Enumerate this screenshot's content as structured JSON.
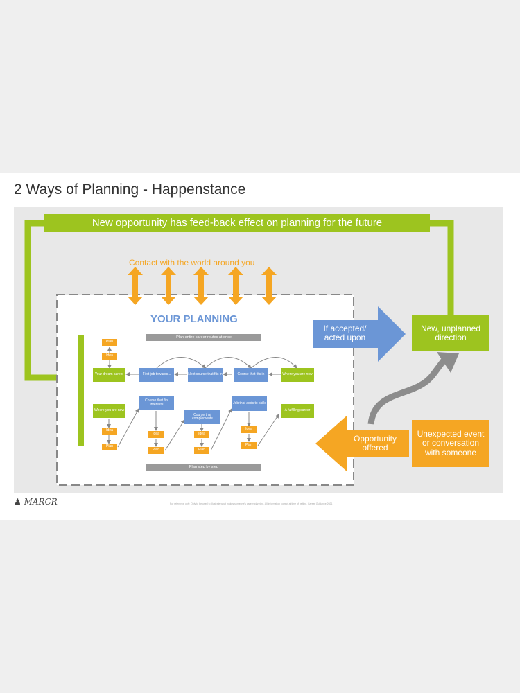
{
  "title": "2 Ways of Planning - Happenstance",
  "feedback_banner": "New opportunity has feed-back effect on planning for the future",
  "contact_label": "Contact with the world around you",
  "your_planning": {
    "heading": "YOUR PLANNING",
    "routes_bar": "Plan entire career routes at once",
    "steps_bar": "Plan step by step",
    "top_row": {
      "plan": "Plan",
      "idea": "Idea",
      "dream": "Your dream career",
      "first_job": "First job towards...",
      "next_course": "Next course that fits in",
      "course_fits": "Course that fits in",
      "where_now": "Where you are now"
    },
    "bottom_row": {
      "where_now": "Where you are now",
      "course_interests": "Course that fits interests",
      "course_complements": "Course that complements",
      "job_skills": "Job that adds to skills",
      "fulfilling": "A fulfilling career",
      "idea": "Idea",
      "plan": "Plan"
    }
  },
  "if_accepted": "If accepted/ acted upon",
  "new_direction": "New, unplanned direction",
  "opportunity_offered": "Opportunity offered",
  "unexpected_event": "Unexpected event or conversation with someone",
  "logo": "MARCR",
  "footer_note": "For reference only. Only to be used to illustrate what makes someone's career planning. All information correct at time of writing. Career Guidance 2021",
  "colors": {
    "green": "#9dc41f",
    "blue": "#6b96d6",
    "orange": "#f5a623",
    "grey": "#9a9a9a"
  }
}
